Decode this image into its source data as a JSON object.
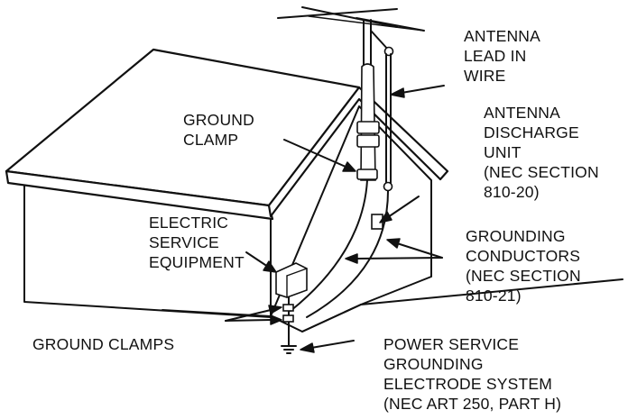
{
  "labels": {
    "antenna_lead_in_wire": [
      "ANTENNA",
      "LEAD IN",
      "WIRE"
    ],
    "ground_clamp": [
      "GROUND",
      "CLAMP"
    ],
    "antenna_discharge_unit": [
      "ANTENNA",
      "DISCHARGE",
      "UNIT",
      "(NEC SECTION",
      "810-20)"
    ],
    "electric_service_equipment": [
      "ELECTRIC",
      "SERVICE",
      "EQUIPMENT"
    ],
    "grounding_conductors": [
      "GROUNDING",
      "CONDUCTORS",
      "(NEC SECTION",
      "810-21)"
    ],
    "ground_clamps": [
      "GROUND CLAMPS"
    ],
    "power_service_grounding": [
      "POWER SERVICE",
      "GROUNDING",
      "ELECTRODE SYSTEM",
      "(NEC ART 250, PART H)"
    ]
  }
}
